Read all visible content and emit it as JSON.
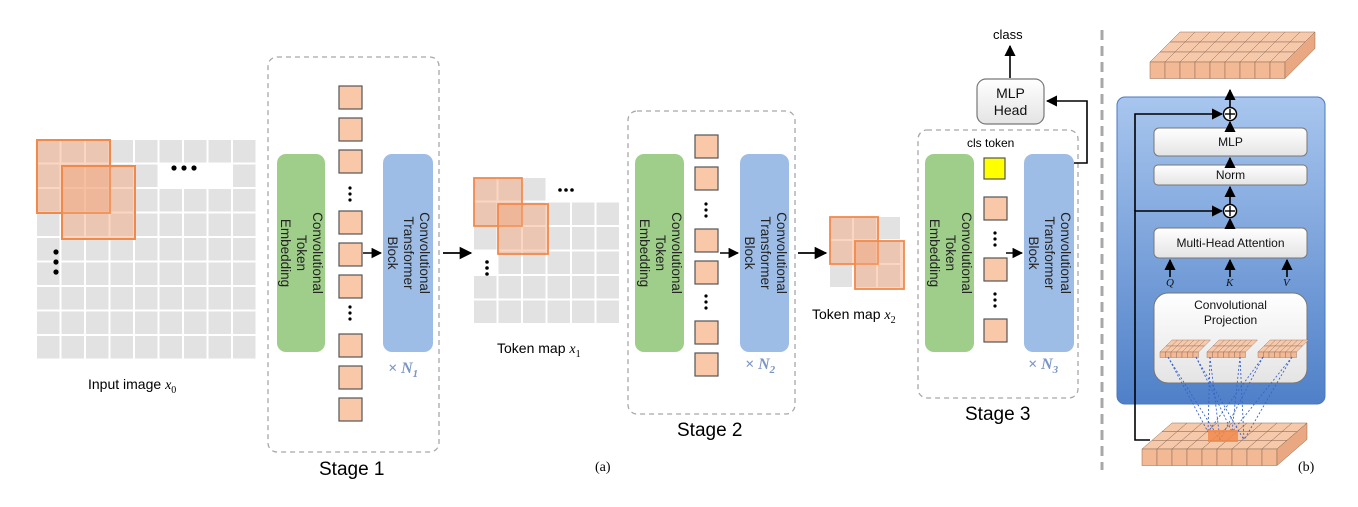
{
  "input": {
    "caption": "Input image ",
    "var": "x",
    "sub": "0"
  },
  "stage1": {
    "label": "Stage 1",
    "embed_line1": "Convolutional Token",
    "embed_line2": "Embedding",
    "block_line1": "Convolutional",
    "block_line2": "Transformer Block",
    "mult": "× N",
    "mult_sub": "1"
  },
  "token_map1": {
    "caption": "Token map ",
    "var": "x",
    "sub": "1"
  },
  "stage2": {
    "label": "Stage 2",
    "embed_line1": "Convolutional Token",
    "embed_line2": "Embedding",
    "block_line1": "Convolutional",
    "block_line2": "Transformer Block",
    "mult": "× N",
    "mult_sub": "2"
  },
  "token_map2": {
    "caption": "Token map ",
    "var": "x",
    "sub": "2"
  },
  "stage3": {
    "label": "Stage 3",
    "embed_line1": "Convolutional Token",
    "embed_line2": "Embedding",
    "block_line1": "Convolutional",
    "block_line2": "Transformer Block",
    "mult": "× N",
    "mult_sub": "3",
    "cls_token": "cls token"
  },
  "head": {
    "line1": "MLP",
    "line2": "Head",
    "output": "class"
  },
  "block_detail": {
    "mlp": "MLP",
    "norm": "Norm",
    "mha": "Multi-Head Attention",
    "q": "Q",
    "k": "K",
    "v": "V",
    "proj_line1": "Convolutional",
    "proj_line2": "Projection"
  },
  "panel_labels": {
    "a": "(a)",
    "b": "(b)"
  },
  "colors": {
    "token": "#f9c8a8",
    "token_border": "#555555",
    "embed": "#9fce8a",
    "block": "#9dbde6",
    "cls": "#ffff00",
    "grid": "#e2e2e2",
    "highlight": "#f08a4b",
    "panel_b": "#9bbbe6"
  }
}
